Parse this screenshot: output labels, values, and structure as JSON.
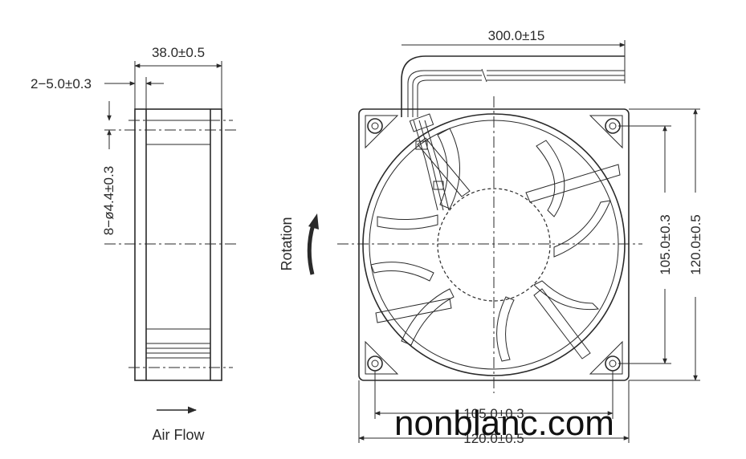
{
  "side_view": {
    "width_dim": "38.0±0.5",
    "flange_dim": "2−5.0±0.3",
    "hole_dim": "8−ø4.4±0.3"
  },
  "front_view": {
    "cable_dim": "300.0±15",
    "hole_spacing_v": "105.0±0.3",
    "size_v": "120.0±0.5",
    "hole_spacing_h": "105.0±0.3",
    "size_h": "120.0±0.5"
  },
  "labels": {
    "rotation": "Rotation",
    "air_flow": "Air Flow"
  },
  "watermark": "nonblanc.com"
}
